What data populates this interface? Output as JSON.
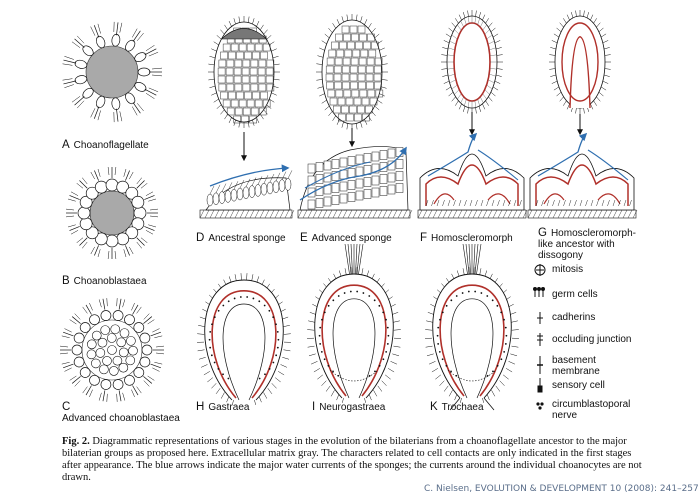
{
  "panels": {
    "A": {
      "letter": "A",
      "name": "Choanoflagellate"
    },
    "B": {
      "letter": "B",
      "name": "Choanoblastaea"
    },
    "C": {
      "letter": "C",
      "name": "Advanced choanoblastaea"
    },
    "D": {
      "letter": "D",
      "name": "Ancestral sponge"
    },
    "E": {
      "letter": "E",
      "name": "Advanced sponge"
    },
    "F": {
      "letter": "F",
      "name": "Homoscleromorph"
    },
    "G": {
      "letter": "G",
      "name": "Homoscleromorph-like ancestor with dissogony"
    },
    "H": {
      "letter": "H",
      "name": "Gastraea"
    },
    "I": {
      "letter": "I",
      "name": "Neurogastraea"
    },
    "K": {
      "letter": "K",
      "name": "Trochaea"
    }
  },
  "legend": [
    {
      "icon": "mitosis-icon",
      "label": "mitosis"
    },
    {
      "icon": "germ-cells-icon",
      "label": "germ cells"
    },
    {
      "icon": "cadherins-icon",
      "label": "cadherins"
    },
    {
      "icon": "occluding-junction-icon",
      "label": "occluding junction"
    },
    {
      "icon": "basement-membrane-icon",
      "label": "basement membrane"
    },
    {
      "icon": "sensory-cell-icon",
      "label": "sensory cell"
    },
    {
      "icon": "circumblastoporal-nerve-icon",
      "label": "circumblastoporal nerve"
    }
  ],
  "caption": {
    "figure_label": "Fig. 2.",
    "text": "Diagrammatic representations of various stages in the evolution of the bilaterians from a choanoflagellate ancestor to the major bilaterian groups as proposed here. Extracellular matrix gray. The characters related to cell contacts are only indicated in the first stages after appearance. The blue arrows indicate the major water currents of the sponges; the currents around the individual choanocytes are not drawn."
  },
  "credit": "C. Nielsen, EVOLUTION & DEVELOPMENT 10 (2008): 241–257",
  "colors": {
    "matrix_gray": "#a9a9a9",
    "basement_red": "#b0302a",
    "current_blue": "#2f6fb0",
    "credit_text": "#5a6e8a"
  }
}
